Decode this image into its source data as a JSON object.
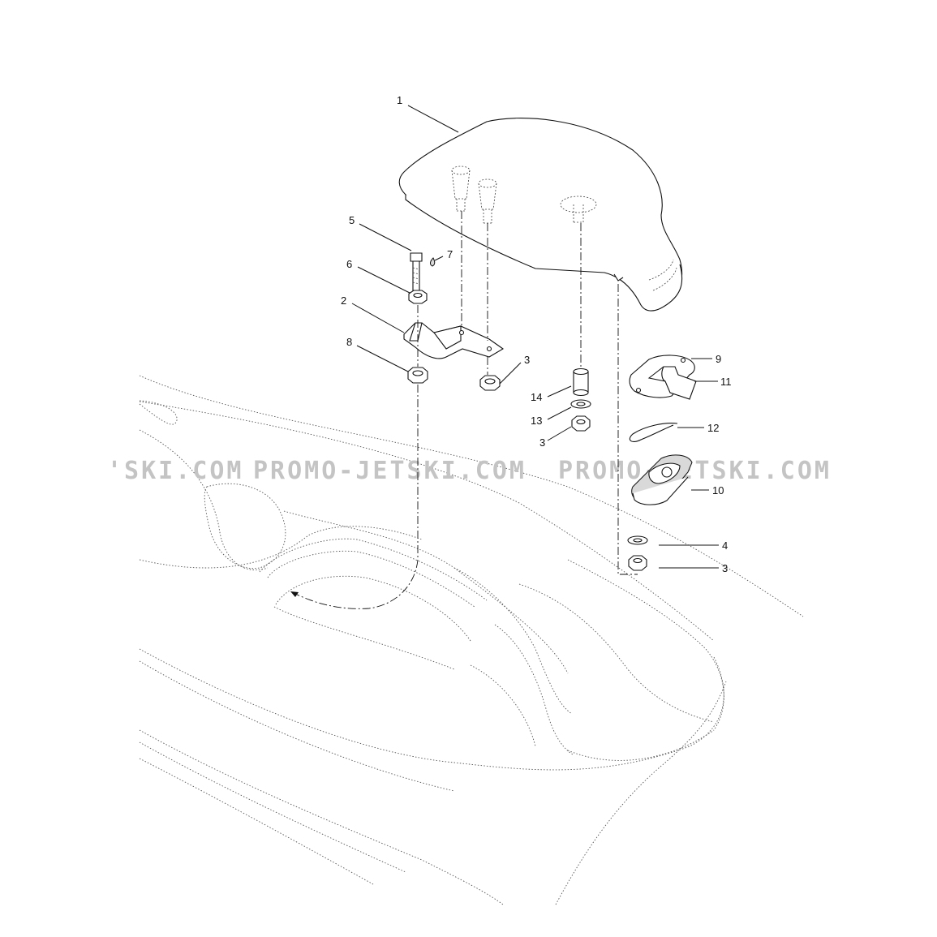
{
  "watermarks": {
    "left": "'SKI.COM",
    "middle": "PROMO-JETSKI.COM",
    "right": "PROMO-JETSKI.COM"
  },
  "callouts": {
    "c1": "1",
    "c2": "2",
    "c3a": "3",
    "c3b": "3",
    "c3c": "3",
    "c4": "4",
    "c5": "5",
    "c6": "6",
    "c7": "7",
    "c8": "8",
    "c9": "9",
    "c10": "10",
    "c11": "11",
    "c12": "12",
    "c13": "13",
    "c14": "14"
  }
}
